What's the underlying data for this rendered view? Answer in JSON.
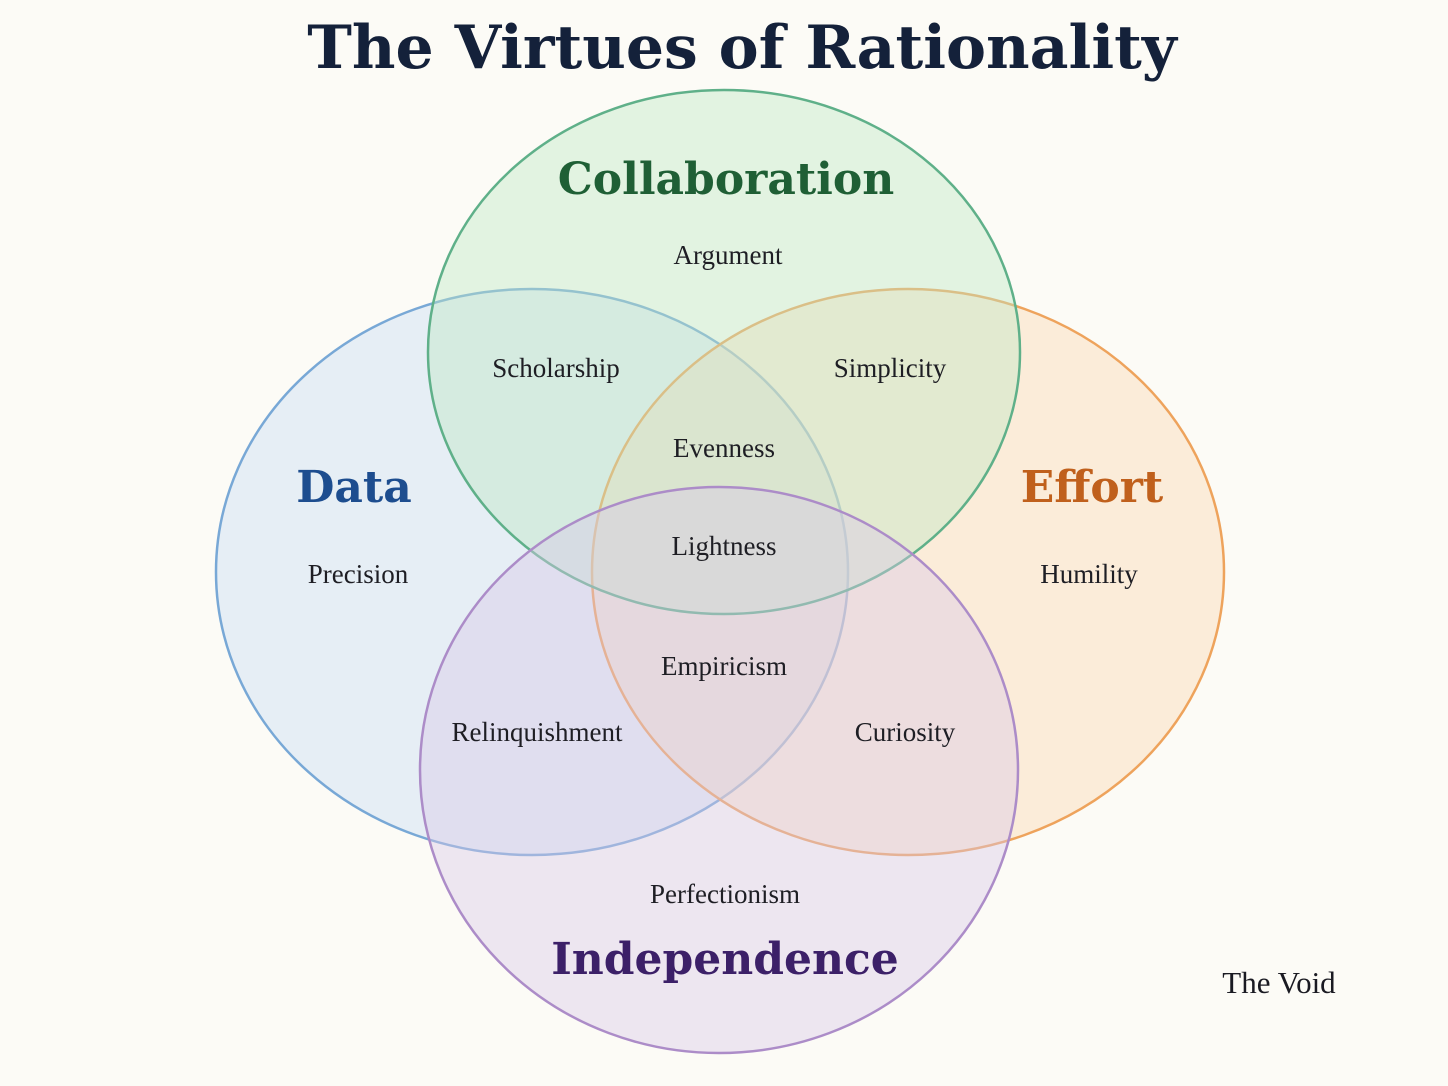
{
  "title": "The Virtues of Rationality",
  "sets": {
    "collaboration": {
      "label": "Collaboration",
      "color": "#1f5f35",
      "stroke": "#5fb089",
      "fill": "#bfe6c4"
    },
    "data": {
      "label": "Data",
      "color": "#1d4d8f",
      "stroke": "#78a8d6",
      "fill": "#c7dcf3"
    },
    "effort": {
      "label": "Effort",
      "color": "#c0601c",
      "stroke": "#eea35c",
      "fill": "#fbd7b0"
    },
    "independence": {
      "label": "Independence",
      "color": "#3c2068",
      "stroke": "#ac8cc8",
      "fill": "#d8c7e6"
    }
  },
  "regions": {
    "argument": "Argument",
    "scholarship": "Scholarship",
    "simplicity": "Simplicity",
    "evenness": "Evenness",
    "precision": "Precision",
    "humility": "Humility",
    "lightness": "Lightness",
    "empiricism": "Empiricism",
    "relinquishment": "Relinquishment",
    "curiosity": "Curiosity",
    "perfectionism": "Perfectionism"
  },
  "credit": "The Void"
}
